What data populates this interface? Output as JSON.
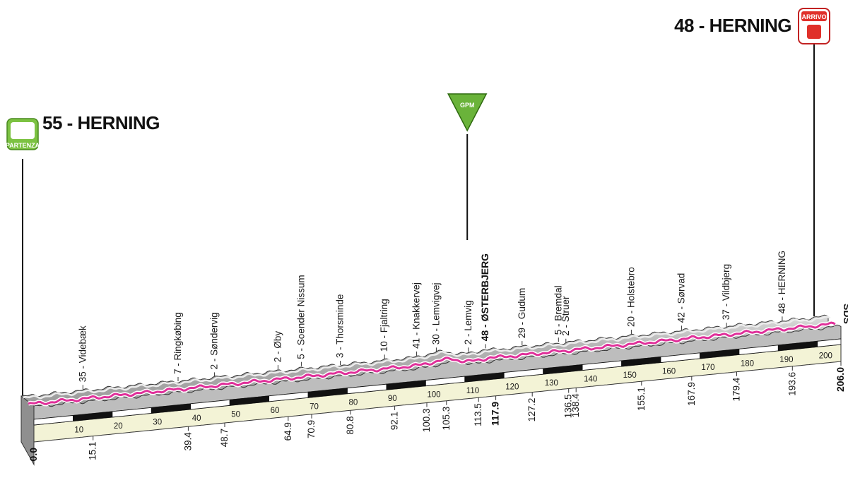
{
  "chart_data": {
    "type": "area",
    "total_km": 206.0,
    "start": {
      "label": "55 - HERNING",
      "badge": "PARTENZA",
      "km": 0.0,
      "alt": 55
    },
    "finish": {
      "label": "48 - HERNING",
      "badge": "ARRIVO",
      "km": 206.0,
      "alt": 48
    },
    "gpm": {
      "label": "GPM",
      "km": 113.5
    },
    "sprint_marker": "SDS",
    "axis_ticks": [
      10,
      20,
      30,
      40,
      50,
      60,
      70,
      80,
      90,
      100,
      110,
      120,
      130,
      140,
      150,
      160,
      170,
      180,
      190,
      200
    ],
    "places": [
      {
        "name": "35 - Videbæk",
        "km": 15.1,
        "bold": false
      },
      {
        "name": "7 - Ringkøbing",
        "km": 39.4,
        "bold": false
      },
      {
        "name": "2 - Søndervig",
        "km": 48.7,
        "bold": false
      },
      {
        "name": "2 - Øby",
        "km": 64.9,
        "bold": false
      },
      {
        "name": "5 - Soender Nissum",
        "km": 70.9,
        "bold": false
      },
      {
        "name": "3 - Thorsminde",
        "km": 80.8,
        "bold": false
      },
      {
        "name": "10 - Fjaltring",
        "km": 92.1,
        "bold": false
      },
      {
        "name": "41 - Knakkervej",
        "km": 100.3,
        "bold": false
      },
      {
        "name": "30 - Lemvigvej",
        "km": 105.3,
        "bold": false
      },
      {
        "name": "2 - Lemvig",
        "km": 113.5,
        "bold": false
      },
      {
        "name": "48 - ØSTERBJERG",
        "km": 117.9,
        "bold": true
      },
      {
        "name": "29 - Gudum",
        "km": 127.2,
        "bold": false
      },
      {
        "name": "5 - Bremdal",
        "km": 136.5,
        "bold": false
      },
      {
        "name": "2 - Struer",
        "km": 138.4,
        "bold": false
      },
      {
        "name": "20 - Holstebro",
        "km": 155.1,
        "bold": false
      },
      {
        "name": "42 - Sørvad",
        "km": 167.9,
        "bold": false
      },
      {
        "name": "37 - Vildbjerg",
        "km": 179.4,
        "bold": false
      },
      {
        "name": "48 - HERNING",
        "km": 193.6,
        "bold": false
      }
    ],
    "km_labels": [
      {
        "text": "0.0",
        "km": 0.0,
        "bold": true
      },
      {
        "text": "15.1",
        "km": 15.1,
        "bold": false
      },
      {
        "text": "39.4",
        "km": 39.4,
        "bold": false
      },
      {
        "text": "48.7",
        "km": 48.7,
        "bold": false
      },
      {
        "text": "64.9",
        "km": 64.9,
        "bold": false
      },
      {
        "text": "70.9",
        "km": 70.9,
        "bold": false
      },
      {
        "text": "80.8",
        "km": 80.8,
        "bold": false
      },
      {
        "text": "92.1",
        "km": 92.1,
        "bold": false
      },
      {
        "text": "100.3",
        "km": 100.3,
        "bold": false
      },
      {
        "text": "105.3",
        "km": 105.3,
        "bold": false
      },
      {
        "text": "113.5",
        "km": 113.5,
        "bold": false
      },
      {
        "text": "117.9",
        "km": 117.9,
        "bold": true
      },
      {
        "text": "127.2",
        "km": 127.2,
        "bold": false
      },
      {
        "text": "136.5",
        "km": 136.5,
        "bold": false
      },
      {
        "text": "138.4",
        "km": 138.4,
        "bold": false
      },
      {
        "text": "155.1",
        "km": 155.1,
        "bold": false
      },
      {
        "text": "167.9",
        "km": 167.9,
        "bold": false
      },
      {
        "text": "179.4",
        "km": 179.4,
        "bold": false
      },
      {
        "text": "193.6",
        "km": 193.6,
        "bold": false
      },
      {
        "text": "206.0",
        "km": 206.0,
        "bold": true
      }
    ],
    "colors": {
      "profile_fill": "#a9a9a9",
      "profile_top": "#e3e3e3",
      "route_line": "#e0309a",
      "base_fill": "#f3f3d6",
      "axis_dark": "#111111",
      "start_badge": "#7cc242",
      "finish_badge": "#e0302a",
      "gpm_badge": "#6ab33a"
    }
  }
}
